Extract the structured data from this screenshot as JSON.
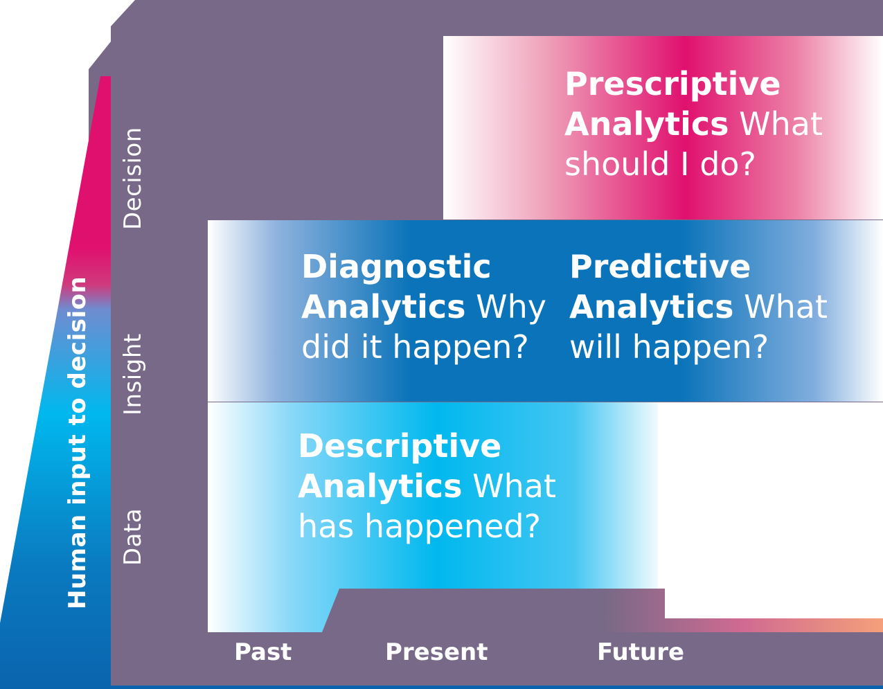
{
  "diagram": {
    "colors": {
      "background": "#776987",
      "prescriptive": "#e0106f",
      "diagnostic_predictive": "#0a73b9",
      "descriptive": "#00b8ee",
      "text": "#ffffff"
    },
    "boxes": {
      "prescriptive": {
        "title": "Prescriptive Analytics",
        "question": "What should I do?"
      },
      "diagnostic": {
        "title": "Diagnostic Analytics",
        "question": "Why did it happen?"
      },
      "predictive": {
        "title": "Predictive Analytics",
        "question": "What will happen?"
      },
      "descriptive": {
        "title": "Descriptive Analytics",
        "question": "What has happened?"
      }
    },
    "x_axis": {
      "labels": [
        "Past",
        "Present",
        "Future"
      ]
    },
    "y_axis": {
      "levels": [
        "Decision",
        "Insight",
        "Data"
      ],
      "side_label": "Human input to decision"
    }
  }
}
